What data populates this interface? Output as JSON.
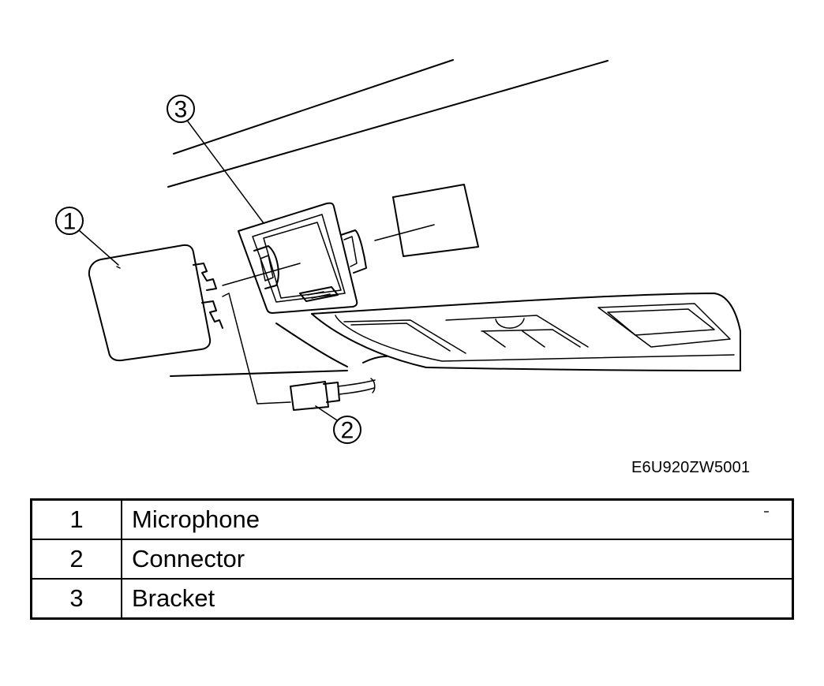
{
  "figure": {
    "code": "E6U920ZW5001",
    "callouts": [
      {
        "number": "1"
      },
      {
        "number": "2"
      },
      {
        "number": "3"
      }
    ]
  },
  "legend": [
    {
      "number": "1",
      "label": "Microphone"
    },
    {
      "number": "2",
      "label": "Connector"
    },
    {
      "number": "3",
      "label": "Bracket"
    }
  ]
}
